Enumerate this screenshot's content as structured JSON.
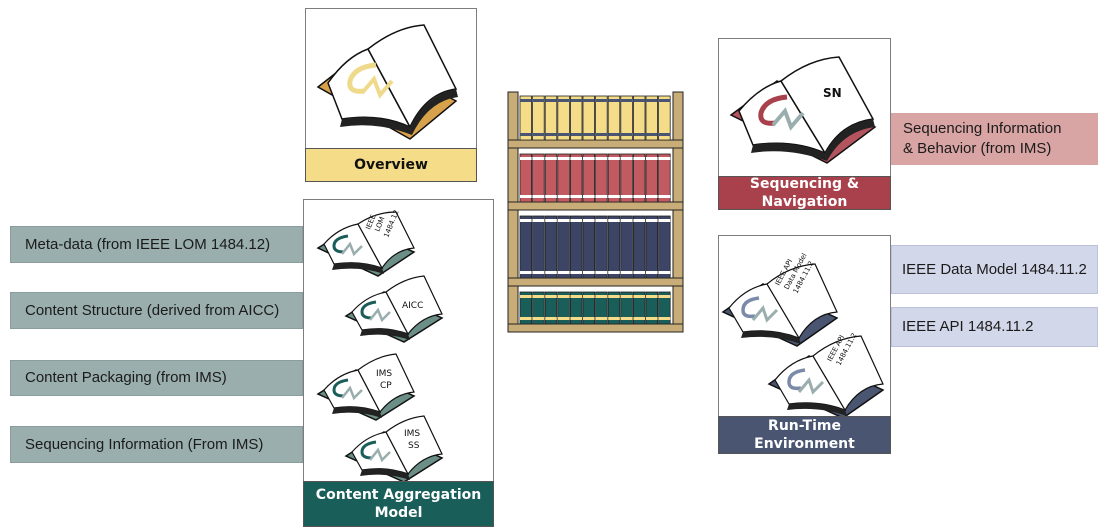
{
  "left_labels": [
    "Meta-data (from IEEE LOM 1484.12)",
    "Content Structure (derived from AICC)",
    "Content Packaging (from IMS)",
    "Sequencing Information (From IMS)"
  ],
  "overview": {
    "caption": "Overview"
  },
  "cam": {
    "caption_line1": "Content Aggregation",
    "caption_line2": "Model",
    "book_texts": [
      "IEEE",
      "LOM",
      "1484.12",
      "AICC",
      "IMS",
      "CP",
      "IMS",
      "SS"
    ]
  },
  "sn": {
    "caption": "Sequencing & Navigation",
    "book_text": "SN",
    "label_line1": "Sequencing Information",
    "label_line2": "& Behavior (from IMS)"
  },
  "rte": {
    "caption_line1": "Run-Time",
    "caption_line2": "Environment",
    "book1_texts": [
      "IEEE API",
      "Data Model",
      "1484.11.2"
    ],
    "book2_texts": [
      "IEEE API",
      "1484.11.2"
    ],
    "labels": [
      "IEEE Data Model 1484.11.2",
      "IEEE API 1484.11.2"
    ]
  },
  "colors": {
    "overview_caption": "#f5dc88",
    "cam_caption": "#1a5e5a",
    "sn_caption": "#a8414c",
    "rte_caption": "#4a5572",
    "gray_label": "#9aaeae",
    "pink_label": "#d9a4a4",
    "lavender_label": "#d3d7ea",
    "shelf_wood": "#c8ad78"
  }
}
